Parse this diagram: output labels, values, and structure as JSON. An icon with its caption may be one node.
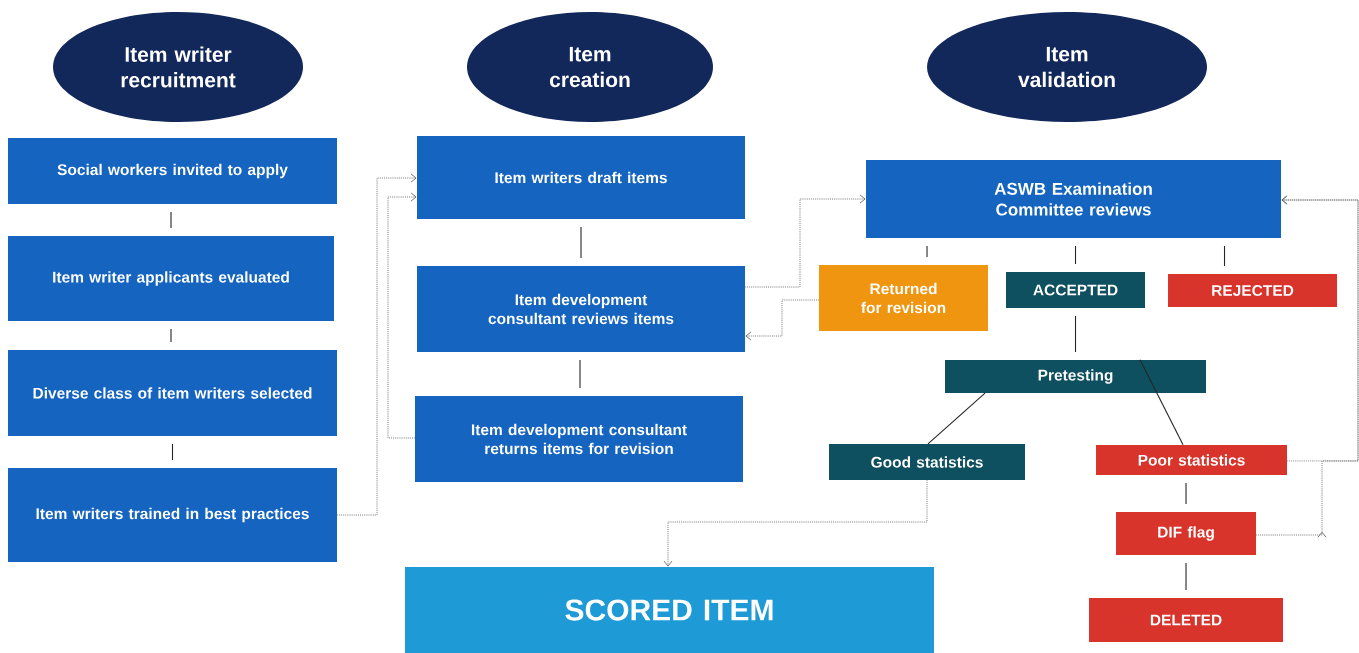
{
  "diagram": {
    "nodes": [
      {
        "text": [
          "Item writer recruitment"
        ]
      },
      {
        "text": [
          "Item creation"
        ]
      },
      {
        "text": [
          "Item validation"
        ]
      },
      {
        "text": [
          "Social workers invited to apply"
        ]
      },
      {
        "text": [
          "Item writer applicants evaluated"
        ]
      },
      {
        "text": [
          "Diverse class of item writers selected"
        ]
      },
      {
        "text": [
          "Item writers trained in best practices"
        ]
      },
      {
        "text": [
          "Item writers draft items"
        ]
      },
      {
        "text": [
          "Item development consultant reviews items"
        ]
      },
      {
        "text": [
          "Item development consultant returns items for revision"
        ]
      },
      {
        "text": [
          "ASWB Examination Committee reviews"
        ]
      },
      {
        "text": [
          "Returned for revision"
        ]
      },
      {
        "text": [
          "ACCEPTED"
        ]
      },
      {
        "text": [
          "REJECTED"
        ]
      },
      {
        "text": [
          "Pretesting"
        ]
      },
      {
        "text": [
          "Good statistics"
        ]
      },
      {
        "text": [
          "Poor statistics"
        ]
      },
      {
        "text": [
          "DIF flag"
        ]
      },
      {
        "text": [
          "DELETED"
        ]
      },
      {
        "text": [
          "SCORED ITEM"
        ]
      }
    ],
    "edges": [
      {
        "from": 3,
        "to": 4,
        "arrow": "none"
      },
      {
        "from": 4,
        "to": 5,
        "arrow": "none"
      },
      {
        "from": 5,
        "to": 6,
        "arrow": "none"
      },
      {
        "from": 6,
        "to": 7,
        "arrow": "to",
        "style": "dashed"
      },
      {
        "from": 9,
        "to": 7,
        "arrow": "to",
        "style": "dashed"
      },
      {
        "from": 7,
        "to": 8,
        "arrow": "none"
      },
      {
        "from": 8,
        "to": 9,
        "arrow": "none"
      },
      {
        "from": 8,
        "to": 10,
        "arrow": "to",
        "style": "dashed"
      },
      {
        "from": 11,
        "to": 8,
        "arrow": "to",
        "style": "dashed"
      },
      {
        "from": 10,
        "to": 11,
        "arrow": "none"
      },
      {
        "from": 10,
        "to": 12,
        "arrow": "none"
      },
      {
        "from": 10,
        "to": 13,
        "arrow": "none"
      },
      {
        "from": 12,
        "to": 14,
        "arrow": "none"
      },
      {
        "from": 14,
        "to": 15,
        "arrow": "none"
      },
      {
        "from": 14,
        "to": 16,
        "arrow": "none"
      },
      {
        "from": 15,
        "to": 19,
        "arrow": "to",
        "style": "dashed"
      },
      {
        "from": 16,
        "to": 10,
        "arrow": "to",
        "style": "dashed"
      },
      {
        "from": 17,
        "to": 10,
        "arrow": "to",
        "style": "dashed"
      },
      {
        "from": 16,
        "to": 17,
        "arrow": "none"
      },
      {
        "from": 17,
        "to": 18,
        "arrow": "none"
      }
    ]
  }
}
